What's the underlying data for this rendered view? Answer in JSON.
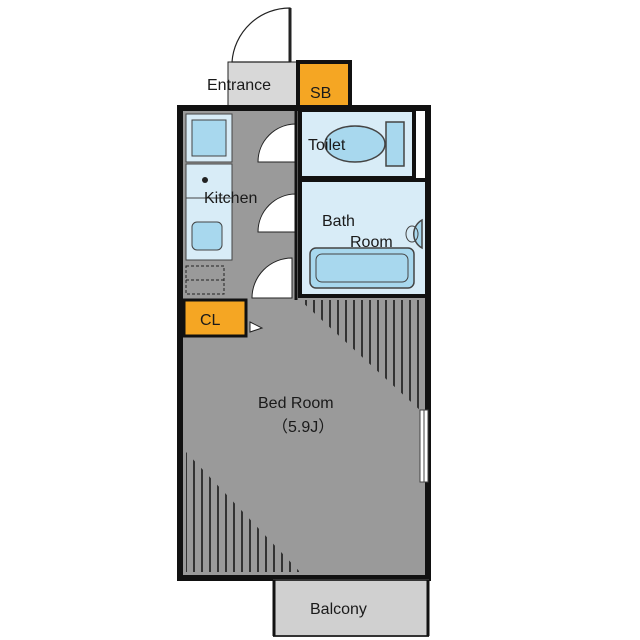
{
  "rooms": {
    "entrance": "Entrance",
    "shoe_box": "SB",
    "toilet": "Toilet",
    "kitchen": "Kitchen",
    "bath_line1": "Bath",
    "bath_line2": "Room",
    "closet": "CL",
    "bedroom": "Bed Room",
    "bedroom_size": "（5.9J）",
    "balcony": "Balcony"
  },
  "colors": {
    "floor": "#9a9a9a",
    "wet_area": "#d8ecf7",
    "fixture": "#a8d8ee",
    "storage": "#f5a623",
    "entrance_floor": "#d8d8d8",
    "balcony_floor": "#d0d0d0",
    "wall": "#111111"
  }
}
